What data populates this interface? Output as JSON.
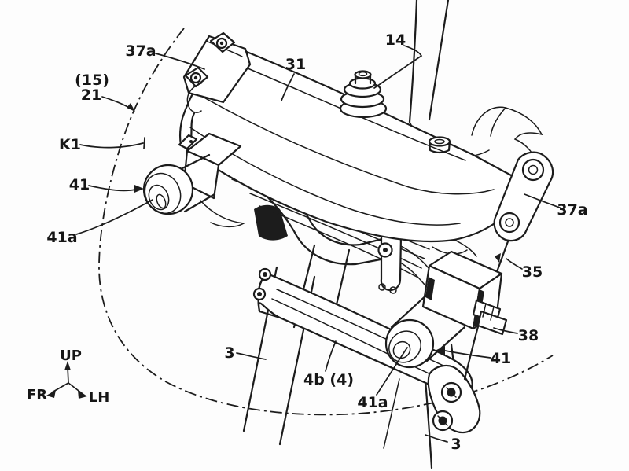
{
  "figure": {
    "kind": "patent-line-drawing",
    "subject": "motorcycle steering handlebar and top-bridge assembly, perspective view"
  },
  "labels": {
    "ref_37a_left": "37a",
    "ref_15": "(15)",
    "ref_21": "21",
    "ref_k1": "K1",
    "ref_41_left": "41",
    "ref_41a_left": "41a",
    "ref_31": "31",
    "ref_14": "14",
    "ref_37a_right": "37a",
    "ref_35": "35",
    "ref_38": "38",
    "ref_41_right": "41",
    "ref_3_left": "3",
    "ref_4b_4": "4b (4)",
    "ref_41a_right": "41a",
    "ref_3_bottom": "3"
  },
  "axes_indicator": {
    "up": "UP",
    "front": "FR",
    "left": "LH"
  },
  "colors": {
    "background": "#fdfdfd",
    "line": "#1c1c1c"
  }
}
